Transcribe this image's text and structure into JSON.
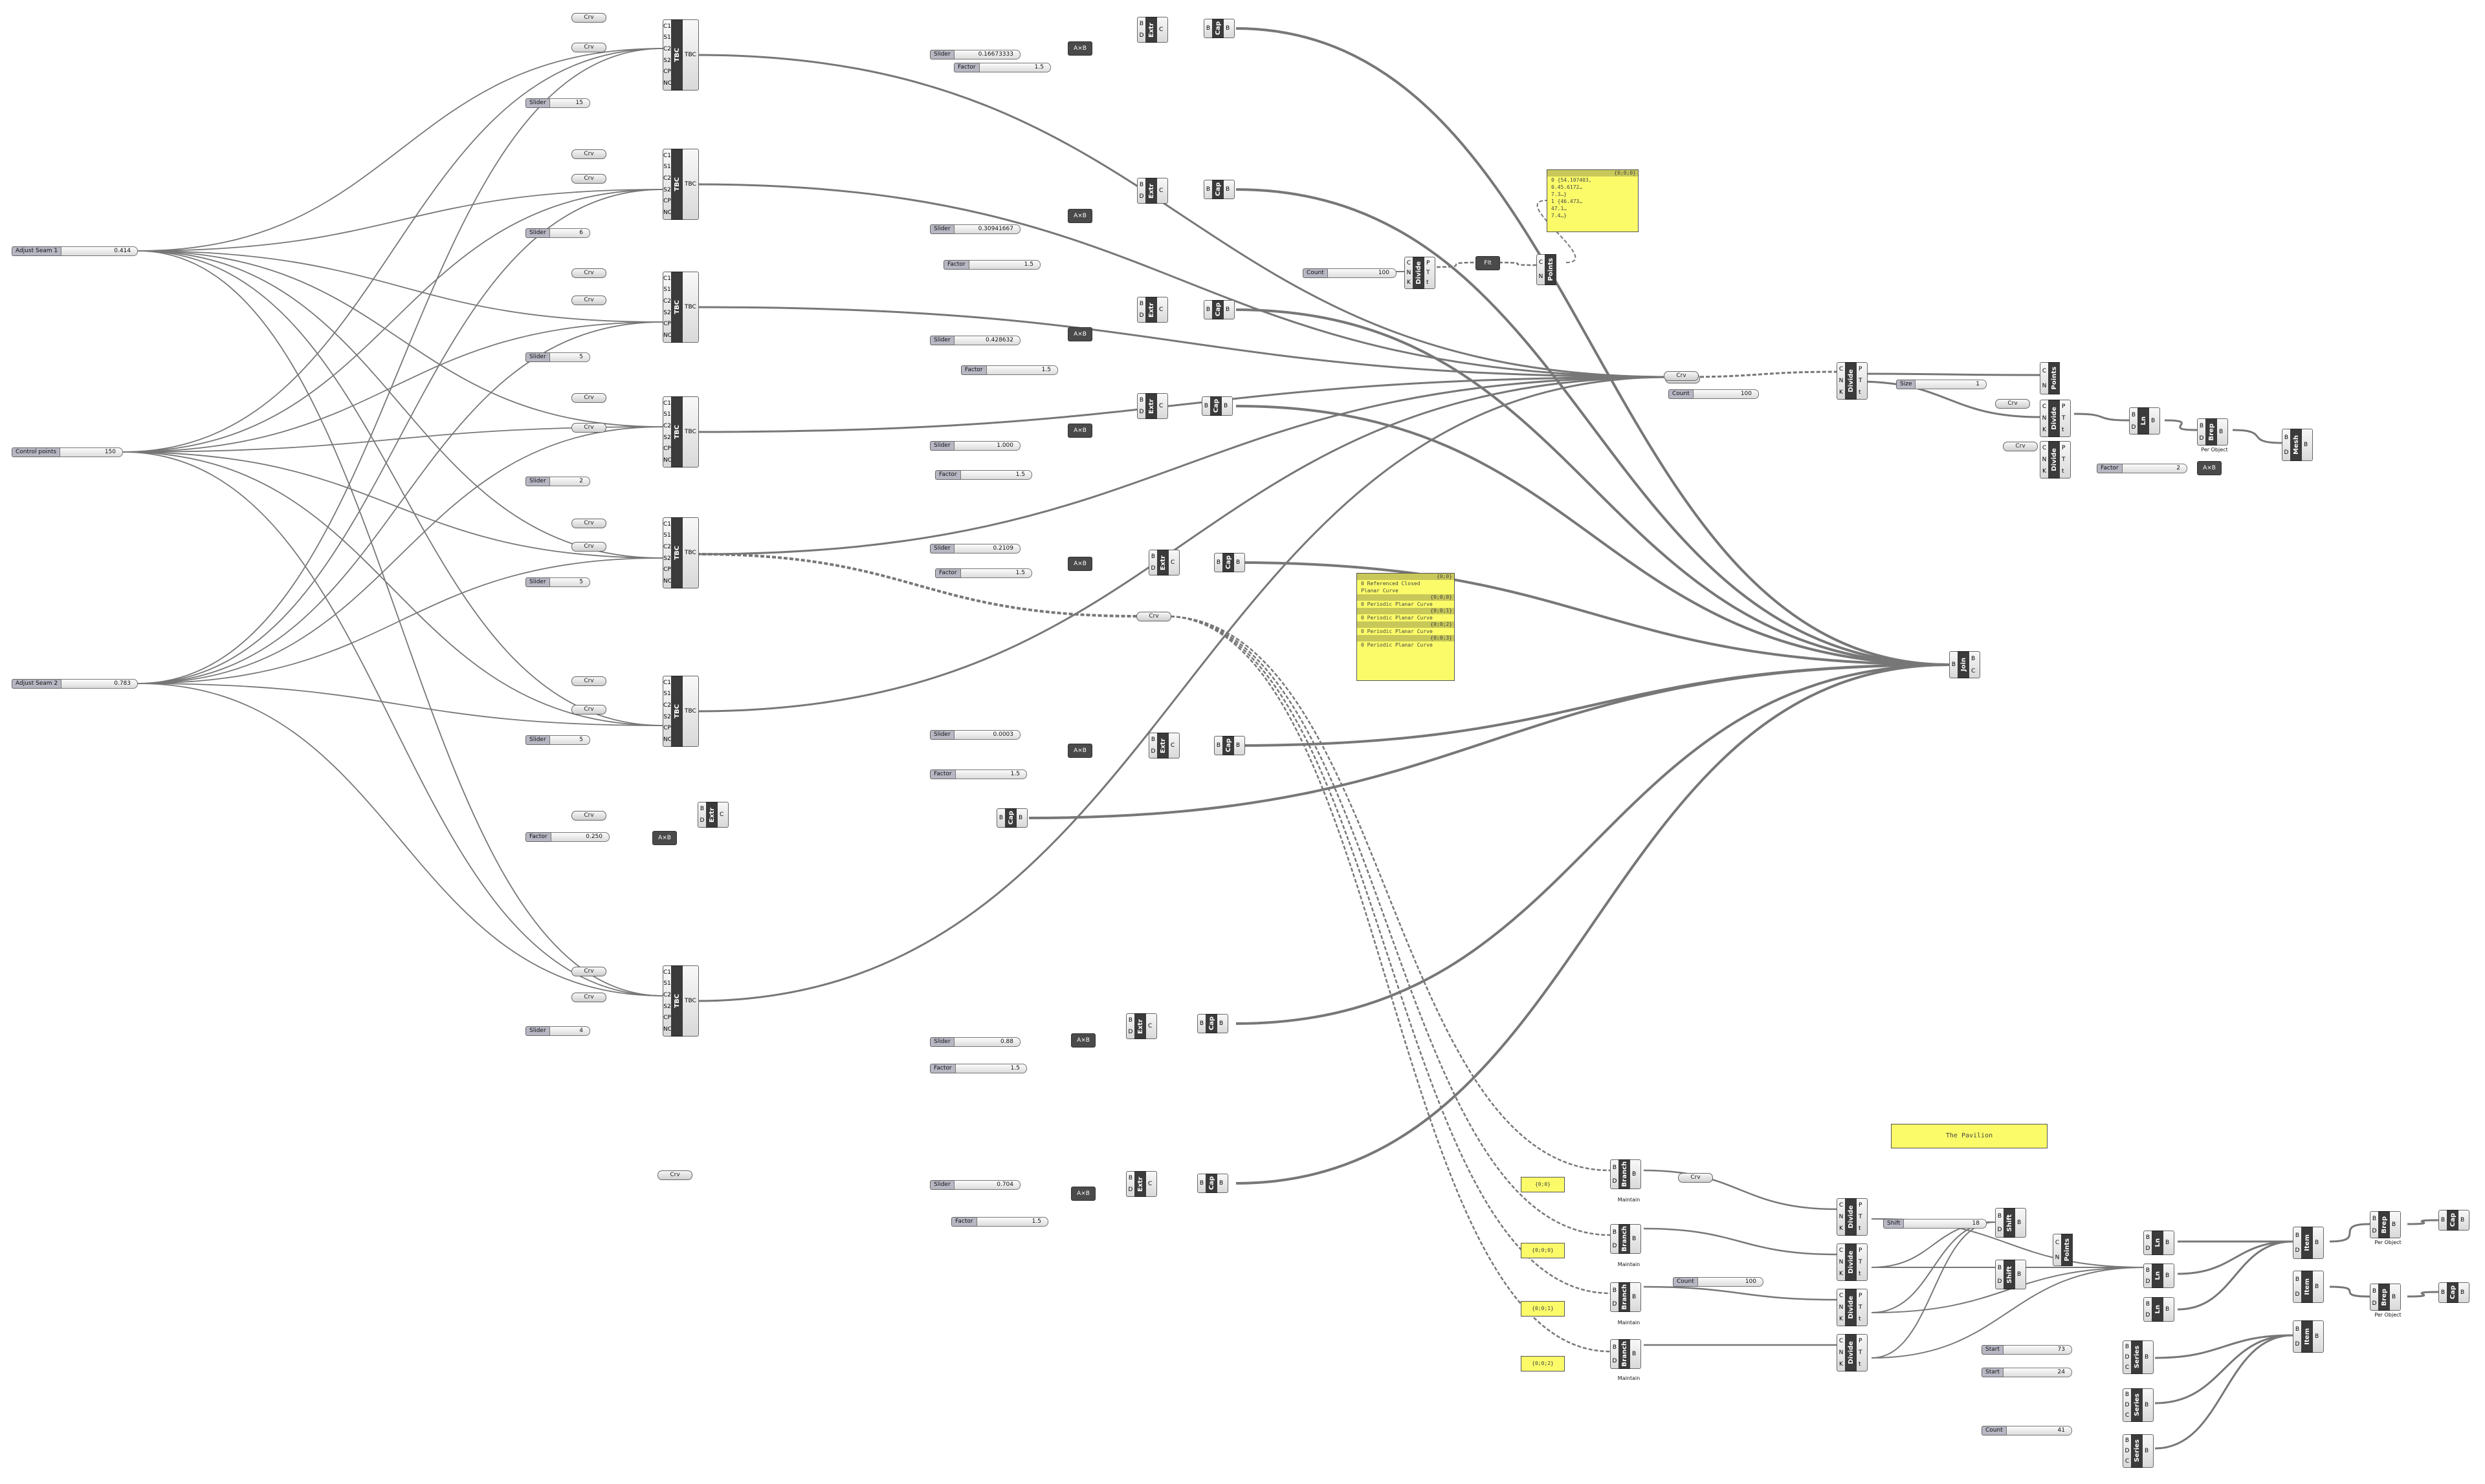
{
  "canvas": {
    "background": "#ffffff",
    "wire_color": "#777777",
    "panel_color": "#fbfb6a"
  },
  "sliders": {
    "adjust_seam_1": {
      "name": "Adjust Seam 1",
      "value": "0.414"
    },
    "control_points": {
      "name": "Control points",
      "value": "150"
    },
    "adjust_seam_2": {
      "name": "Adjust Seam 2",
      "value": "0.783"
    },
    "s1": {
      "name": "Slider",
      "value": "15"
    },
    "s2": {
      "name": "Slider",
      "value": "6"
    },
    "s3": {
      "name": "Slider",
      "value": "5"
    },
    "s4": {
      "name": "Slider",
      "value": "2"
    },
    "s5": {
      "name": "Slider",
      "value": "5"
    },
    "s6": {
      "name": "Slider",
      "value": "5"
    },
    "s7": {
      "name": "Slider",
      "value": "4"
    },
    "e1": {
      "name": "Slider",
      "value": "0.16673333"
    },
    "e2": {
      "name": "Slider",
      "value": "0.30941667"
    },
    "e3": {
      "name": "Slider",
      "value": "0.428632"
    },
    "e4": {
      "name": "Slider",
      "value": "1.000"
    },
    "e5": {
      "name": "Slider",
      "value": "0.2109"
    },
    "e6": {
      "name": "Slider",
      "value": "0.0003"
    },
    "e7": {
      "name": "Slider",
      "value": "0.88"
    },
    "e8": {
      "name": "Slider",
      "value": "0.704"
    },
    "f1": {
      "name": "Factor",
      "value": "1.5"
    },
    "f2": {
      "name": "Factor",
      "value": "1.5"
    },
    "f3": {
      "name": "Factor",
      "value": "1.5"
    },
    "f4": {
      "name": "Factor",
      "value": "1.5"
    },
    "f5": {
      "name": "Factor",
      "value": "1.5"
    },
    "f6": {
      "name": "Factor",
      "value": "1.5"
    },
    "f7": {
      "name": "Factor",
      "value": "0.250"
    },
    "f8": {
      "name": "Factor",
      "value": "1.5"
    },
    "f9": {
      "name": "Factor",
      "value": "1.5"
    },
    "count_top": {
      "name": "Count",
      "value": "100"
    },
    "count_mid": {
      "name": "Count",
      "value": "100"
    },
    "count_low": {
      "name": "Count",
      "value": "100"
    },
    "size": {
      "name": "Size",
      "value": "1"
    },
    "factor_r": {
      "name": "Factor",
      "value": "2"
    },
    "shift": {
      "name": "Shift",
      "value": "18"
    },
    "start1": {
      "name": "Start",
      "value": "73"
    },
    "start2": {
      "name": "Start",
      "value": "24"
    },
    "count_series": {
      "name": "Count",
      "value": "41"
    }
  },
  "labels": {
    "crv": "Crv",
    "tbc": "TBC",
    "tbc_inputs": [
      "C1",
      "S1",
      "C2",
      "S2",
      "CP",
      "NC"
    ],
    "extr": "Extr",
    "extr_inputs": [
      "B",
      "D",
      "C"
    ],
    "cap": "Cap",
    "mult": "A×B",
    "divide": "Divide",
    "divide_inputs": [
      "C",
      "N",
      "K"
    ],
    "divide_outputs": [
      "P",
      "T",
      "t"
    ],
    "join": "Join",
    "branch": "Branch",
    "maintain": "Maintain",
    "ln": "Ln",
    "item": "Item",
    "series": "Series",
    "shift": "Shift",
    "brep": "Brep",
    "per_object": "Per Object",
    "mesh": "Mesh",
    "points": "Points",
    "flatten": "Flt"
  },
  "panels": {
    "points": {
      "header": "{0;0;0}",
      "lines": [
        "0 {54.107403,",
        "  0.45.6172…",
        "  7.3…}",
        "1 {46.473…",
        "  47.1…",
        "  7.4…}"
      ]
    },
    "curves": {
      "lines": [
        "{0;0}",
        "0 Referenced Closed",
        "  Planar Curve",
        "{0;0;0}",
        "0 Periodic Planar Curve",
        "{0;0;1}",
        "0 Periodic Planar Curve",
        "{0;0;2}",
        "0 Periodic Planar Curve",
        "{0;0;3}",
        "0 Periodic Planar Curve"
      ]
    },
    "p1": "{0;0}",
    "p2": "{0;0;0}",
    "p3": "{0;0;1}",
    "p4": "{0;0;2}",
    "title": "The Pavilion"
  }
}
